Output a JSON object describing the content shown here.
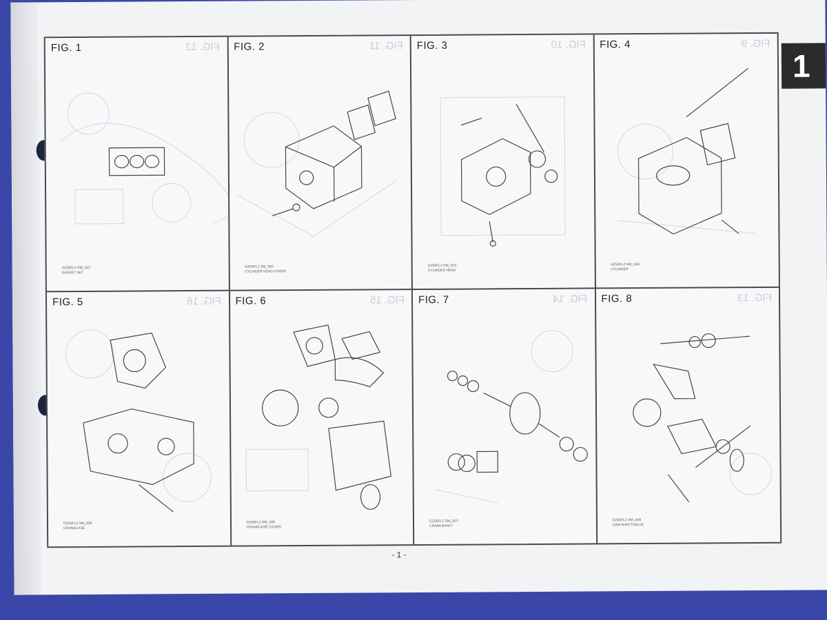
{
  "tab_number": "1",
  "page_number": "- 1 -",
  "figures": [
    {
      "label": "FIG. 1",
      "ghost": "FIG. 12",
      "code": "GZ50FL2 SM_S07",
      "name": "GASKET SET"
    },
    {
      "label": "FIG. 2",
      "ghost": "FIG. 11",
      "code": "GZ50FL2 SM_S02",
      "name": "CYLINDER HEAD COVER"
    },
    {
      "label": "FIG. 3",
      "ghost": "FIG. 10",
      "code": "GZ50FL2 SM_S03",
      "name": "CYLINDER HEAD"
    },
    {
      "label": "FIG. 4",
      "ghost": "FIG. 9",
      "code": "GZ50FL2 SM_S04",
      "name": "CYLINDER"
    },
    {
      "label": "FIG. 5",
      "ghost": "FIG. 16",
      "code": "GZ50FL2 SM_S05",
      "name": "CRANKCASE"
    },
    {
      "label": "FIG. 6",
      "ghost": "FIG. 15",
      "code": "GZ50FL2 SM_S06",
      "name": "CRANKCASE COVER"
    },
    {
      "label": "FIG. 7",
      "ghost": "FIG. 14",
      "code": "GZ50FL2 SM_S07",
      "name": "CRANKSHAFT"
    },
    {
      "label": "FIG. 8",
      "ghost": "FIG. 13",
      "code": "GZ50FL2 SM_S08",
      "name": "CAM SHAFT/VALVE"
    }
  ]
}
